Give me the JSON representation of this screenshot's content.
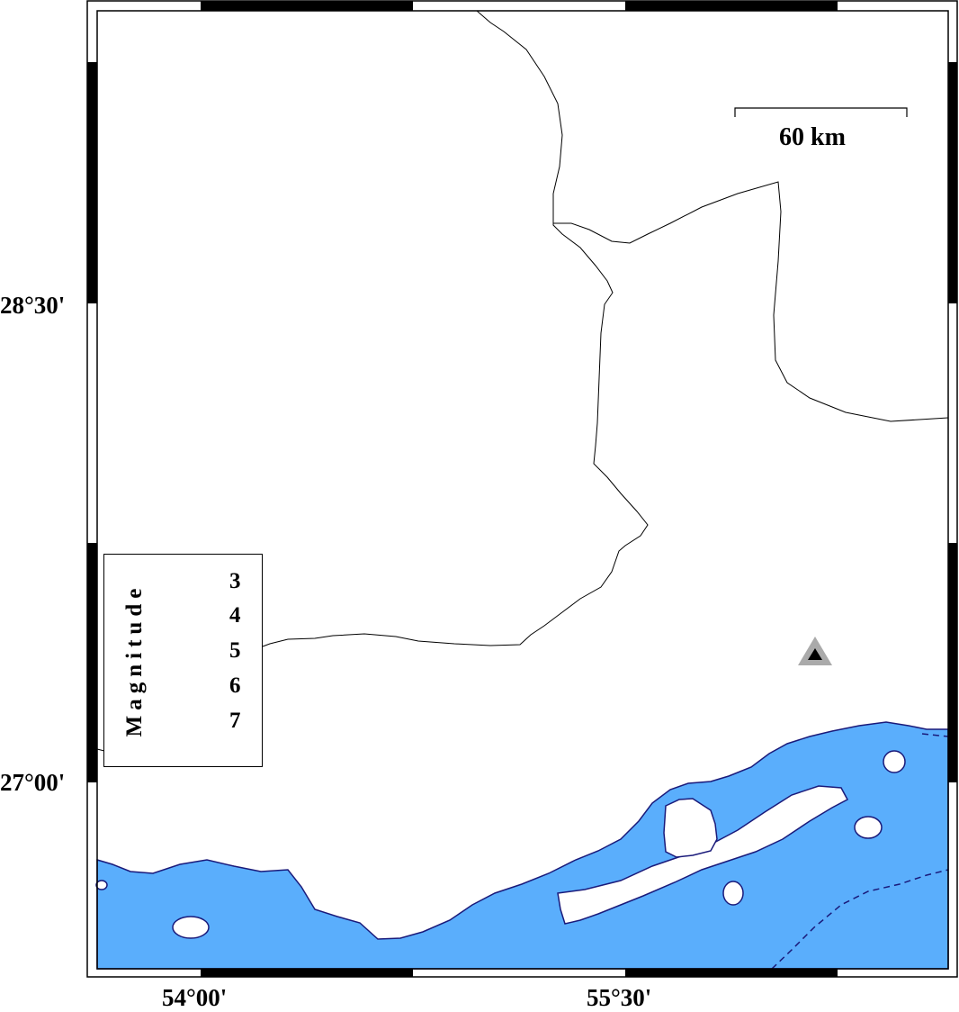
{
  "map": {
    "colors": {
      "sea": "#5aaefc",
      "coastline": "#1a1a7a",
      "border": "#000000",
      "frame": "#000000",
      "station_outer": "#aaaaaa",
      "station_inner": "#000000"
    },
    "lat_labels": [
      "28°30'",
      "27°00'"
    ],
    "lon_labels": [
      "54°00'",
      "55°30'"
    ],
    "scale_bar_label": "60 km",
    "legend": {
      "title": "Magnitude",
      "items": [
        "3",
        "4",
        "5",
        "6",
        "7"
      ]
    },
    "station_icon": "triangle-station-icon"
  }
}
